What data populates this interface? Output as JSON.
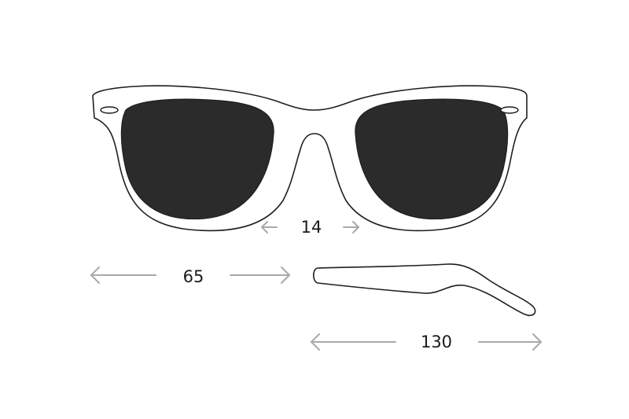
{
  "dimensions": {
    "bridge": "14",
    "lens_width": "65",
    "temple_length": "130"
  },
  "colors": {
    "lens": "#2b2b2b",
    "outline": "#1f1f1f",
    "arrow": "#a9a9a9",
    "background": "#ffffff"
  }
}
